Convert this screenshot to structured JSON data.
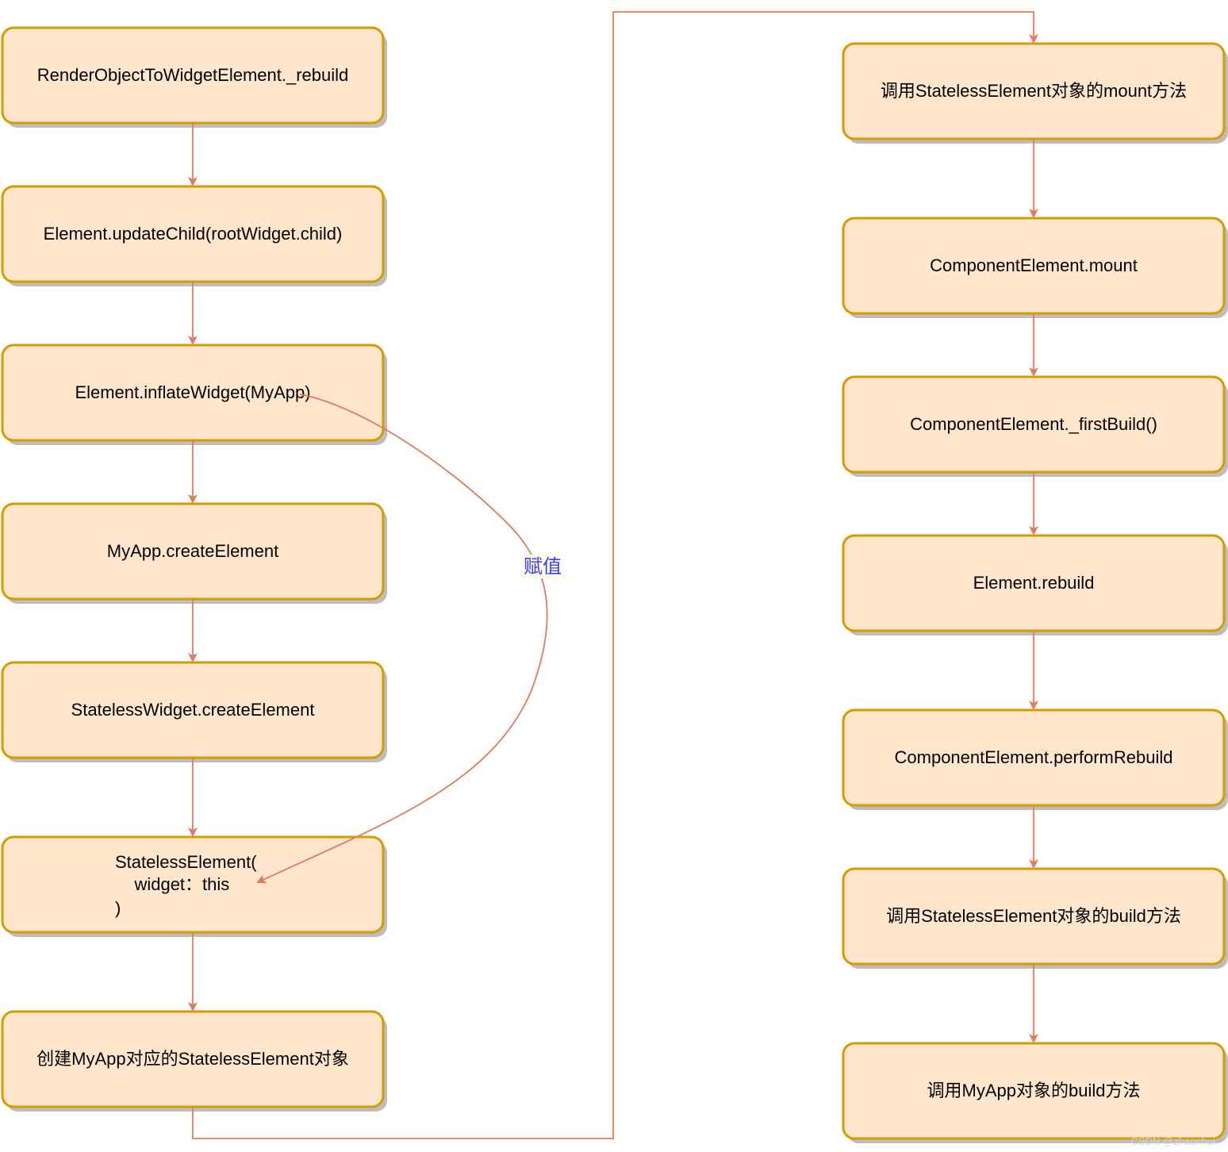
{
  "diagram": {
    "nodes": [
      {
        "id": "n1",
        "lines": [
          "RenderObjectToWidgetElement._rebuild"
        ]
      },
      {
        "id": "n2",
        "lines": [
          "Element.updateChild(rootWidget.child)"
        ]
      },
      {
        "id": "n3",
        "lines": [
          "Element.inflateWidget(MyApp)"
        ]
      },
      {
        "id": "n4",
        "lines": [
          "MyApp.createElement"
        ]
      },
      {
        "id": "n5",
        "lines": [
          "StatelessWidget.createElement"
        ]
      },
      {
        "id": "n6",
        "lines": [
          "StatelessElement(",
          "    widget：this",
          ")"
        ]
      },
      {
        "id": "n7",
        "lines": [
          "创建MyApp对应的StatelessElement对象"
        ]
      },
      {
        "id": "n8",
        "lines": [
          "调用StatelessElement对象的mount方法"
        ]
      },
      {
        "id": "n9",
        "lines": [
          "ComponentElement.mount"
        ]
      },
      {
        "id": "n10",
        "lines": [
          "ComponentElement._firstBuild()"
        ]
      },
      {
        "id": "n11",
        "lines": [
          "Element.rebuild"
        ]
      },
      {
        "id": "n12",
        "lines": [
          "ComponentElement.performRebuild"
        ]
      },
      {
        "id": "n13",
        "lines": [
          "调用StatelessElement对象的build方法"
        ]
      },
      {
        "id": "n14",
        "lines": [
          "调用MyApp对象的build方法"
        ]
      }
    ],
    "edges": [
      {
        "from": "n1",
        "to": "n2"
      },
      {
        "from": "n2",
        "to": "n3"
      },
      {
        "from": "n3",
        "to": "n4"
      },
      {
        "from": "n4",
        "to": "n5"
      },
      {
        "from": "n5",
        "to": "n6"
      },
      {
        "from": "n6",
        "to": "n7"
      },
      {
        "from": "n7",
        "to": "n8"
      },
      {
        "from": "n8",
        "to": "n9"
      },
      {
        "from": "n9",
        "to": "n10"
      },
      {
        "from": "n10",
        "to": "n11"
      },
      {
        "from": "n11",
        "to": "n12"
      },
      {
        "from": "n12",
        "to": "n13"
      },
      {
        "from": "n13",
        "to": "n14"
      },
      {
        "from": "n3",
        "to": "n6",
        "label": "赋值"
      }
    ],
    "colors": {
      "node_fill": "#ffe6cc",
      "node_stroke": "#d79b00",
      "edge": "#e07b5c",
      "label": "#3b3bff"
    }
  },
  "watermark": "CSDN @zhaonhui"
}
